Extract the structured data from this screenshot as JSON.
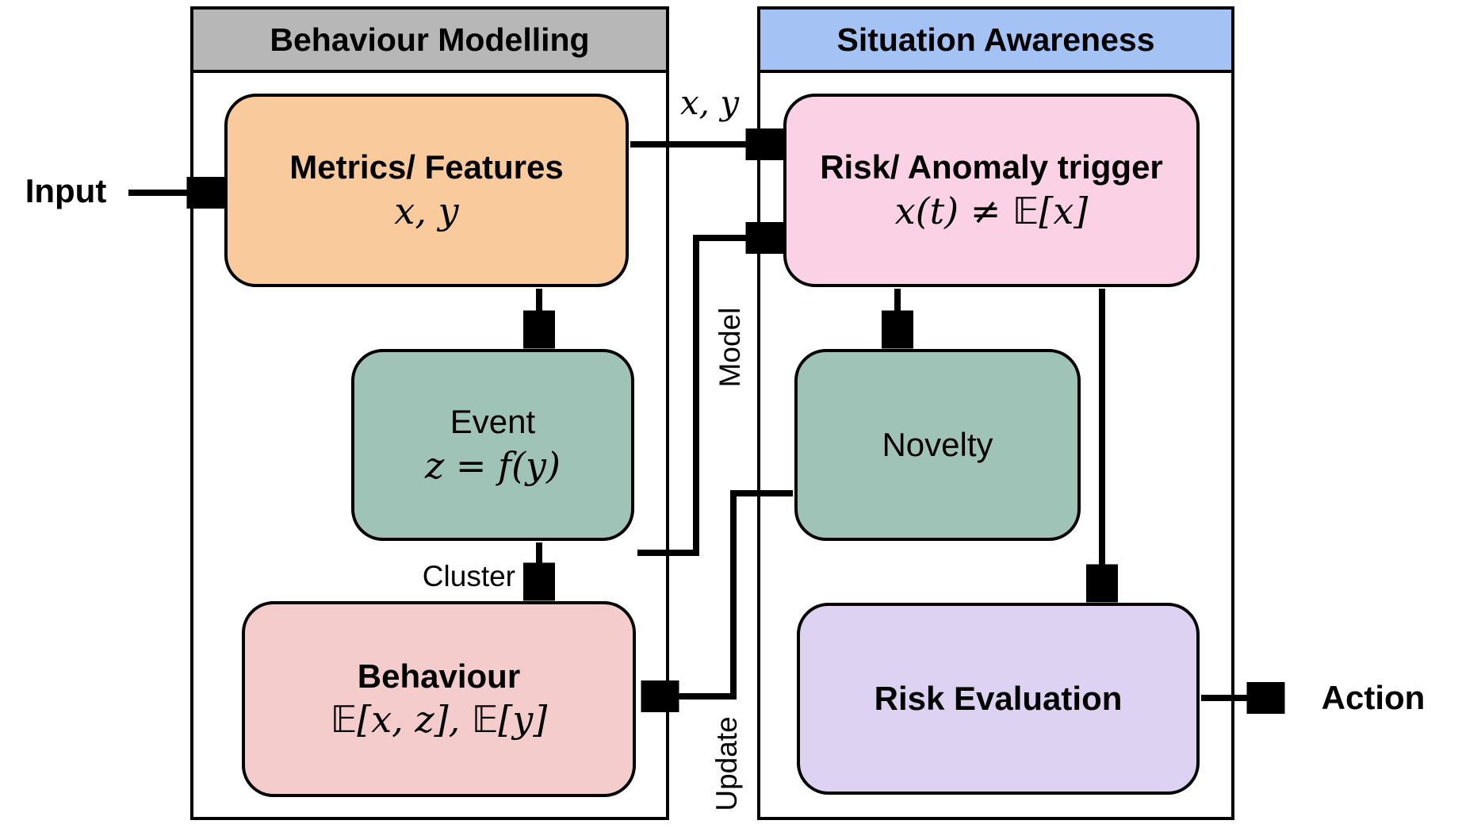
{
  "panels": {
    "left": {
      "title": "Behaviour Modelling",
      "header_color": "#b7b7b7"
    },
    "right": {
      "title": "Situation Awareness",
      "header_color": "#a4c2f4"
    }
  },
  "nodes": {
    "metrics": {
      "title": "Metrics/ Features",
      "formula": "x, y",
      "color": "#f9cb9c"
    },
    "event": {
      "title": "Event",
      "formula": "z = f(y)",
      "color": "#a0c3b8"
    },
    "behaviour": {
      "title": "Behaviour",
      "formula": "𝔼[x, z], 𝔼[y]",
      "color": "#f4cccc"
    },
    "trigger": {
      "title": "Risk/ Anomaly trigger",
      "formula": "x(t) ≠ 𝔼[x]",
      "color": "#fbd1e6"
    },
    "novelty": {
      "title": "Novelty",
      "color": "#a0c3b8"
    },
    "risk_eval": {
      "title": "Risk Evaluation",
      "color": "#ddd2f2"
    }
  },
  "edge_labels": {
    "input": "Input",
    "action": "Action",
    "xy": "x, y",
    "cluster": "Cluster",
    "model": "Model",
    "update": "Update"
  }
}
